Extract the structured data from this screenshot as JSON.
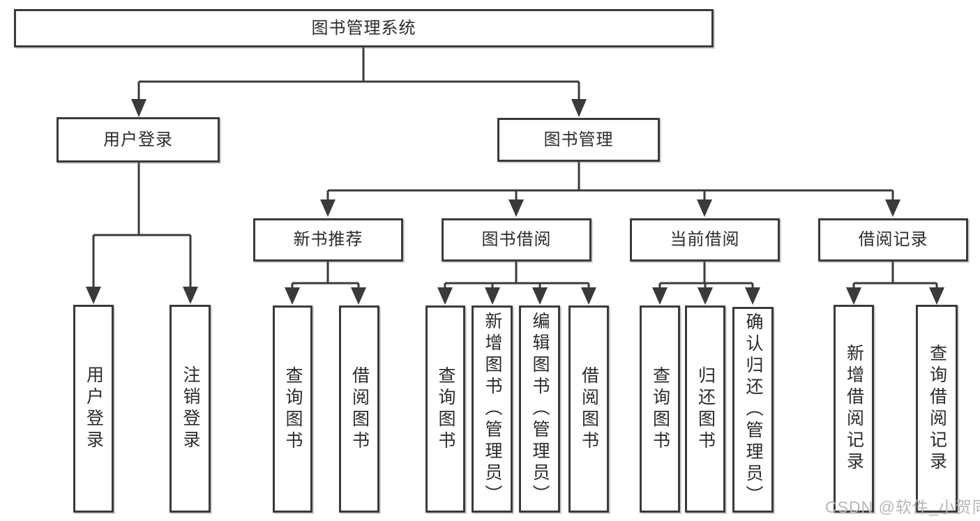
{
  "diagram_title": "图书管理系统",
  "nodes": {
    "root": {
      "label": "图书管理系统"
    },
    "user_login_group": {
      "label": "用户登录"
    },
    "book_mgmt": {
      "label": "图书管理"
    },
    "user_login": {
      "label": "用户登录"
    },
    "logout": {
      "label": "注销登录"
    },
    "new_book_rec": {
      "label": "新书推荐"
    },
    "book_borrow": {
      "label": "图书借阅"
    },
    "current_borrow": {
      "label": "当前借阅"
    },
    "borrow_records": {
      "label": "借阅记录"
    },
    "nbr_query_book": {
      "label": "查询图书"
    },
    "nbr_borrow_book": {
      "label": "借阅图书"
    },
    "bb_query_book": {
      "label": "查询图书"
    },
    "bb_add_book": {
      "label": "新增图书（管理员）"
    },
    "bb_edit_book": {
      "label": "编辑图书（管理员）"
    },
    "bb_borrow_book": {
      "label": "借阅图书"
    },
    "cb_query_book": {
      "label": "查询图书"
    },
    "cb_return_book": {
      "label": "归还图书"
    },
    "cb_confirm_return": {
      "label": "确认归还（管理员）"
    },
    "br_add_record": {
      "label": "新增借阅记录"
    },
    "br_query_record": {
      "label": "查询借阅记录"
    }
  },
  "colors": {
    "line": "#3a3a3a",
    "text": "#2b2b2b",
    "watermark": "#b6b6b6",
    "background": "#ffffff"
  },
  "watermark": "CSDN @软件_小贺同学"
}
